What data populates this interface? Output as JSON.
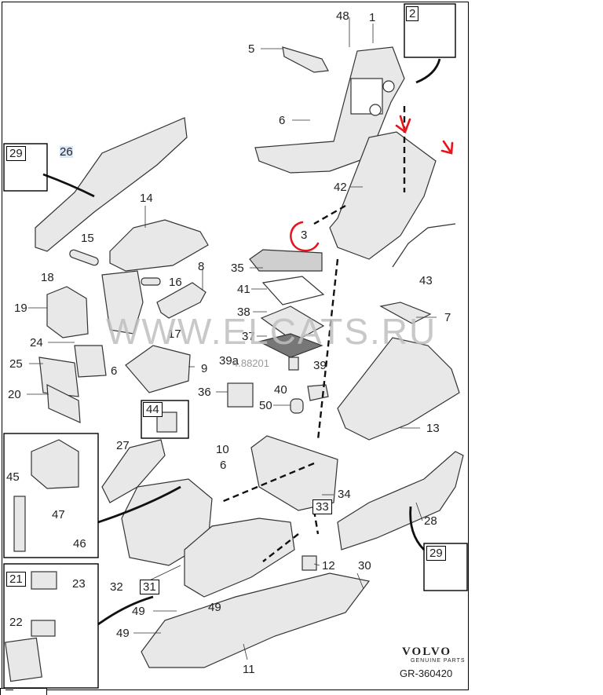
{
  "diagram": {
    "watermark": "WWW.ELCATS.RU",
    "watermark_small": "4.88201",
    "brand": "VOLVO",
    "brand_sub": "GENUINE PARTS",
    "reference": "GR-360420",
    "part_labels": [
      "48",
      "1",
      "5",
      "6",
      "26",
      "14",
      "42",
      "3",
      "15",
      "8",
      "35",
      "41",
      "18",
      "16",
      "43",
      "19",
      "38",
      "7",
      "24",
      "17",
      "37",
      "6",
      "25",
      "9",
      "39a",
      "39",
      "40",
      "20",
      "36",
      "50",
      "13",
      "44",
      "27",
      "10",
      "6",
      "45",
      "34",
      "33",
      "28",
      "47",
      "46",
      "12",
      "30",
      "21",
      "23",
      "32",
      "31",
      "49",
      "22",
      "49",
      "49",
      "11"
    ],
    "boxed_labels": [
      "2",
      "29",
      "29",
      "44",
      "21",
      "33",
      "31"
    ],
    "highlighted_label": "26",
    "colors": {
      "annotation": "#e8141c",
      "line": "#222222",
      "part_fill": "#e6e6e6",
      "watermark": "#bfbfbf"
    }
  }
}
